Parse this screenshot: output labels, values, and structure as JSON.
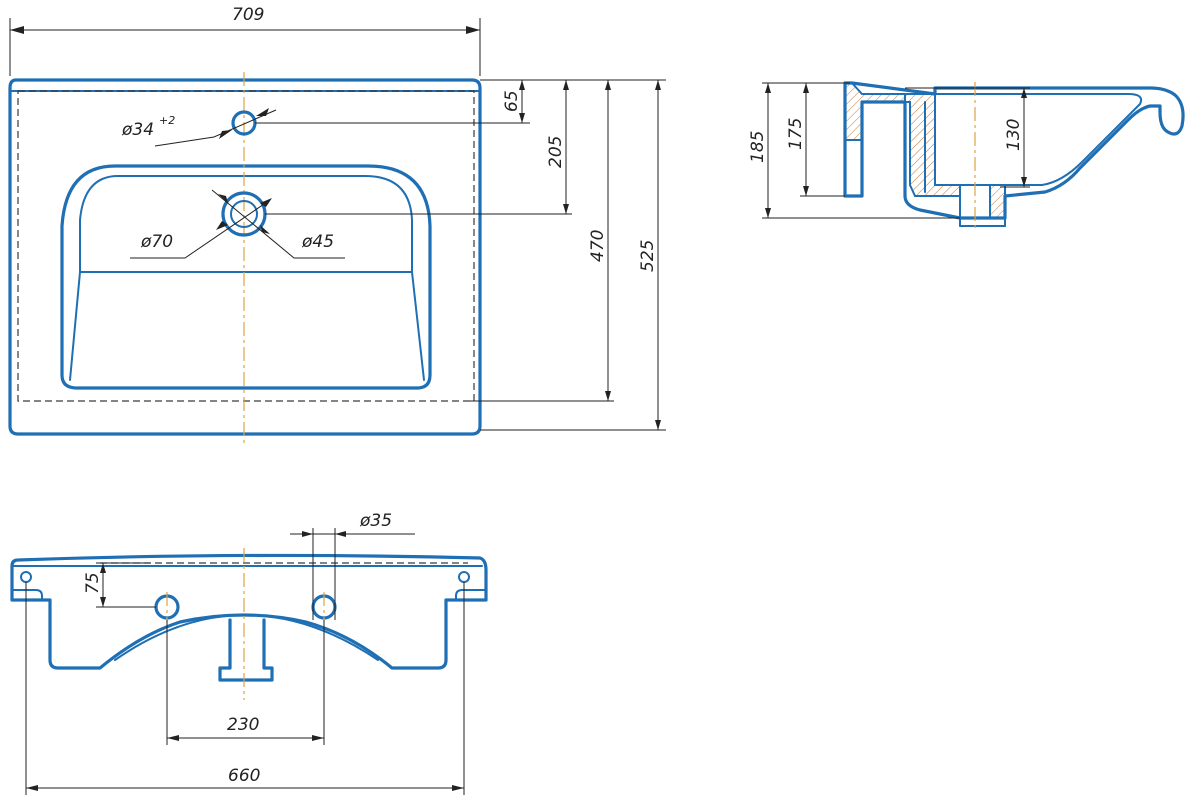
{
  "top_view": {
    "width_dim": "709",
    "tap_hole_dim": "ø34",
    "tap_hole_tolerance": "+2",
    "drain_outer_dim": "ø70",
    "drain_inner_dim": "ø45",
    "dim_65": "65",
    "dim_205": "205",
    "dim_470": "470",
    "dim_525": "525"
  },
  "side_section": {
    "dim_185": "185",
    "dim_175": "175",
    "dim_130": "130"
  },
  "bottom_view": {
    "mount_hole_dim": "ø35",
    "dim_75": "75",
    "dim_230": "230",
    "dim_660": "660"
  },
  "colors": {
    "outline": "#1f6fb4",
    "centerline": "#e0a245",
    "dimension": "#222222",
    "section_hatch": "#c07a3a"
  }
}
